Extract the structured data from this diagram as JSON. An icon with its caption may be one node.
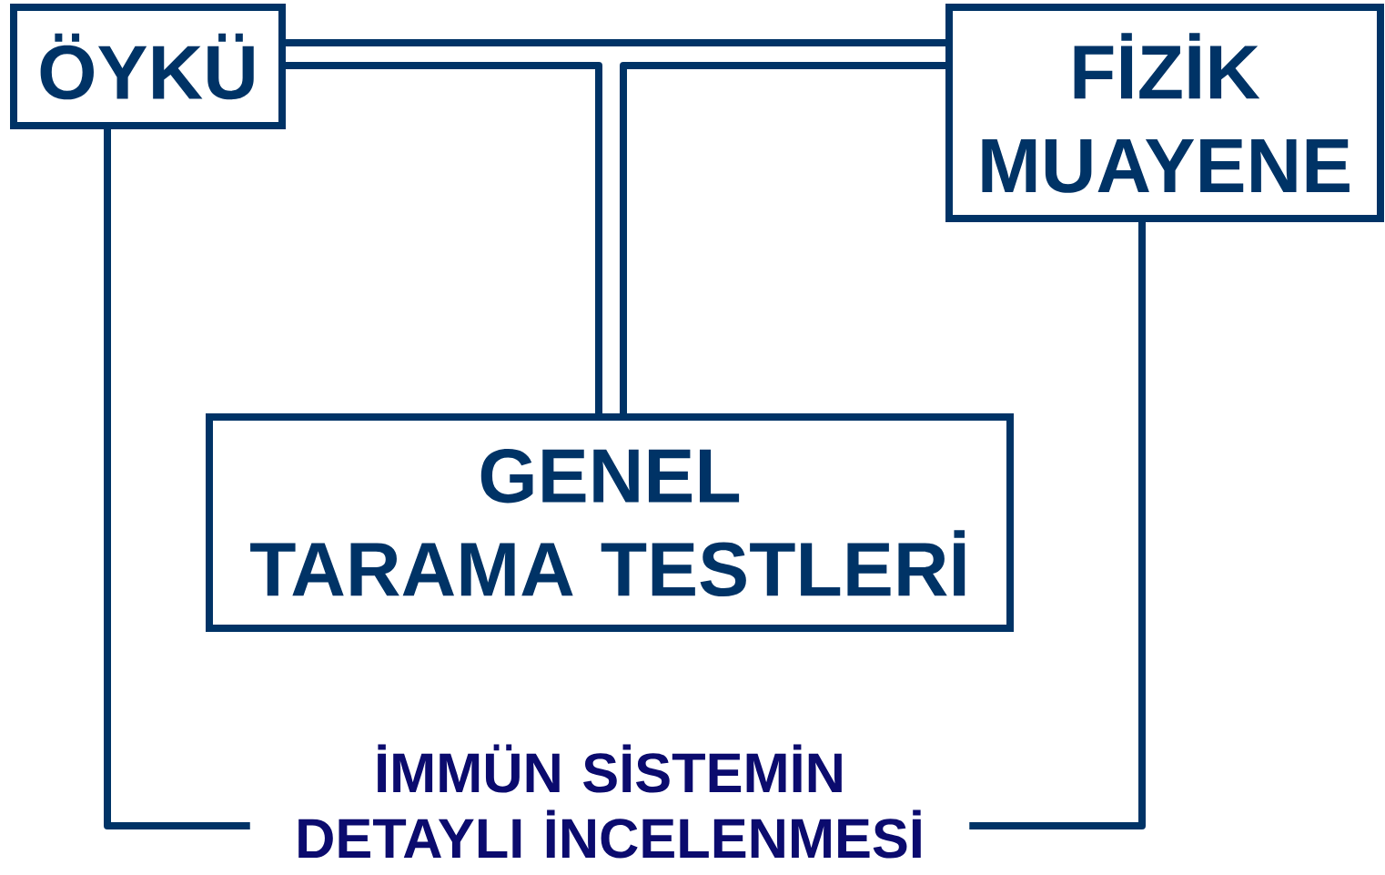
{
  "diagram": {
    "nodes": [
      {
        "text": [
          "ÖYKÜ"
        ]
      },
      {
        "text": [
          "FİZİK MUAYENE"
        ]
      },
      {
        "text": [
          "GENEL TARAMA TESTLERİ"
        ]
      },
      {
        "text": [
          "İMMÜN SİSTEMİN DETAYLI İNCELENMESİ"
        ]
      }
    ],
    "edges": [
      {
        "from": 0,
        "to": 1,
        "arrow": "none"
      },
      {
        "from": 0,
        "to": 2,
        "arrow": "none"
      },
      {
        "from": 1,
        "to": 2,
        "arrow": "none"
      },
      {
        "from": 0,
        "to": 3,
        "arrow": "none"
      },
      {
        "from": 1,
        "to": 3,
        "arrow": "none"
      }
    ]
  }
}
